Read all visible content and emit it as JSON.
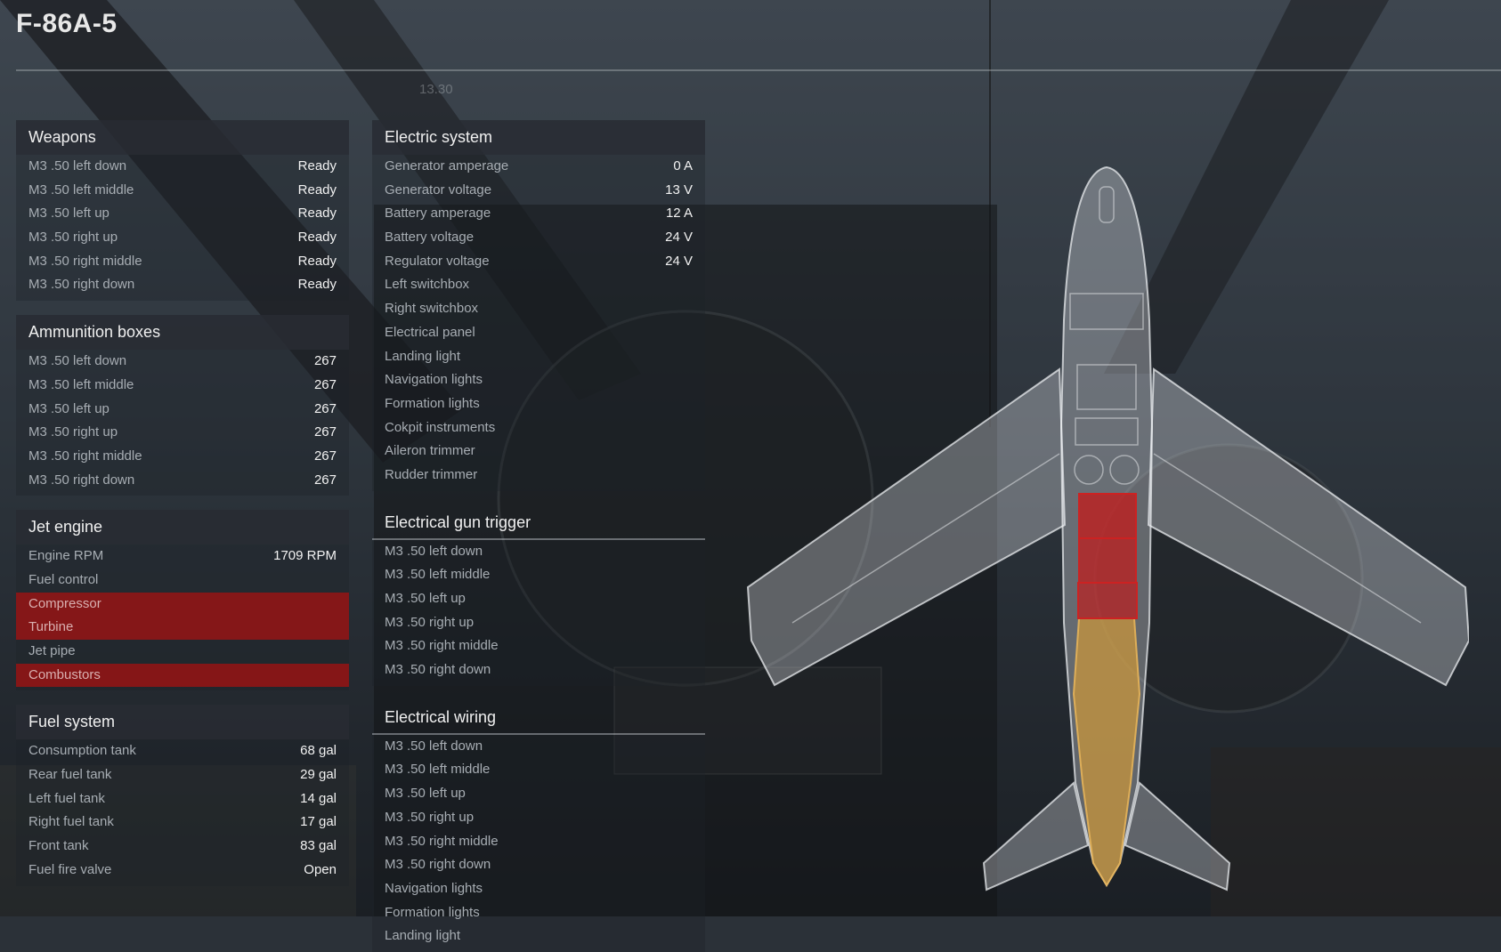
{
  "title": "F-86A-5",
  "faint_text": "13.30",
  "colors": {
    "damaged": "#8f1414",
    "engine_highlight": "#c8963c"
  },
  "left_column": [
    {
      "header": "Weapons",
      "rows": [
        {
          "label": "M3 .50 left down",
          "value": "Ready"
        },
        {
          "label": "M3 .50 left middle",
          "value": "Ready"
        },
        {
          "label": "M3 .50 left up",
          "value": "Ready"
        },
        {
          "label": "M3 .50 right up",
          "value": "Ready"
        },
        {
          "label": "M3 .50 right middle",
          "value": "Ready"
        },
        {
          "label": "M3 .50 right down",
          "value": "Ready"
        }
      ]
    },
    {
      "header": "Ammunition boxes",
      "rows": [
        {
          "label": "M3 .50 left down",
          "value": "267"
        },
        {
          "label": "M3 .50 left middle",
          "value": "267"
        },
        {
          "label": "M3 .50 left up",
          "value": "267"
        },
        {
          "label": "M3 .50 right up",
          "value": "267"
        },
        {
          "label": "M3 .50 right middle",
          "value": "267"
        },
        {
          "label": "M3 .50 right down",
          "value": "267"
        }
      ]
    },
    {
      "header": "Jet engine",
      "rows": [
        {
          "label": "Engine RPM",
          "value": "1709 RPM"
        },
        {
          "label": "Fuel control",
          "value": ""
        },
        {
          "label": "Compressor",
          "value": "",
          "damaged": true
        },
        {
          "label": "Turbine",
          "value": "",
          "damaged": true
        },
        {
          "label": "Jet pipe",
          "value": ""
        },
        {
          "label": "Combustors",
          "value": "",
          "damaged": true
        }
      ]
    },
    {
      "header": "Fuel system",
      "rows": [
        {
          "label": "Consumption tank",
          "value": "68 gal"
        },
        {
          "label": "Rear fuel tank",
          "value": "29 gal"
        },
        {
          "label": "Left fuel tank",
          "value": "14 gal"
        },
        {
          "label": "Right fuel tank",
          "value": "17 gal"
        },
        {
          "label": "Front tank",
          "value": "83 gal"
        },
        {
          "label": "Fuel fire valve",
          "value": "Open"
        }
      ]
    }
  ],
  "mid_column": [
    {
      "header": "Electric system",
      "rows": [
        {
          "label": "Generator amperage",
          "value": "0 A"
        },
        {
          "label": "Generator voltage",
          "value": "13 V"
        },
        {
          "label": "Battery amperage",
          "value": "12 A"
        },
        {
          "label": "Battery voltage",
          "value": "24 V"
        },
        {
          "label": "Regulator voltage",
          "value": "24 V"
        },
        {
          "label": "Left switchbox",
          "value": ""
        },
        {
          "label": "Right switchbox",
          "value": ""
        },
        {
          "label": "Electrical panel",
          "value": ""
        },
        {
          "label": "Landing light",
          "value": ""
        },
        {
          "label": "Navigation lights",
          "value": ""
        },
        {
          "label": "Formation lights",
          "value": ""
        },
        {
          "label": "Cokpit instruments",
          "value": ""
        },
        {
          "label": "Aileron trimmer",
          "value": ""
        },
        {
          "label": "Rudder trimmer",
          "value": ""
        }
      ]
    },
    {
      "header": "Electrical gun trigger",
      "underline": true,
      "rows": [
        {
          "label": "M3 .50 left down",
          "value": ""
        },
        {
          "label": "M3 .50 left middle",
          "value": ""
        },
        {
          "label": "M3 .50 left up",
          "value": ""
        },
        {
          "label": "M3 .50 right up",
          "value": ""
        },
        {
          "label": "M3 .50 right middle",
          "value": ""
        },
        {
          "label": "M3 .50 right down",
          "value": ""
        }
      ]
    },
    {
      "header": "Electrical wiring",
      "underline": true,
      "rows": [
        {
          "label": "M3 .50 left down",
          "value": ""
        },
        {
          "label": "M3 .50 left middle",
          "value": ""
        },
        {
          "label": "M3 .50 left up",
          "value": ""
        },
        {
          "label": "M3 .50 right up",
          "value": ""
        },
        {
          "label": "M3 .50 right middle",
          "value": ""
        },
        {
          "label": "M3 .50 right down",
          "value": ""
        },
        {
          "label": "Navigation lights",
          "value": ""
        },
        {
          "label": "Formation lights",
          "value": ""
        },
        {
          "label": "Landing light",
          "value": ""
        }
      ]
    }
  ]
}
